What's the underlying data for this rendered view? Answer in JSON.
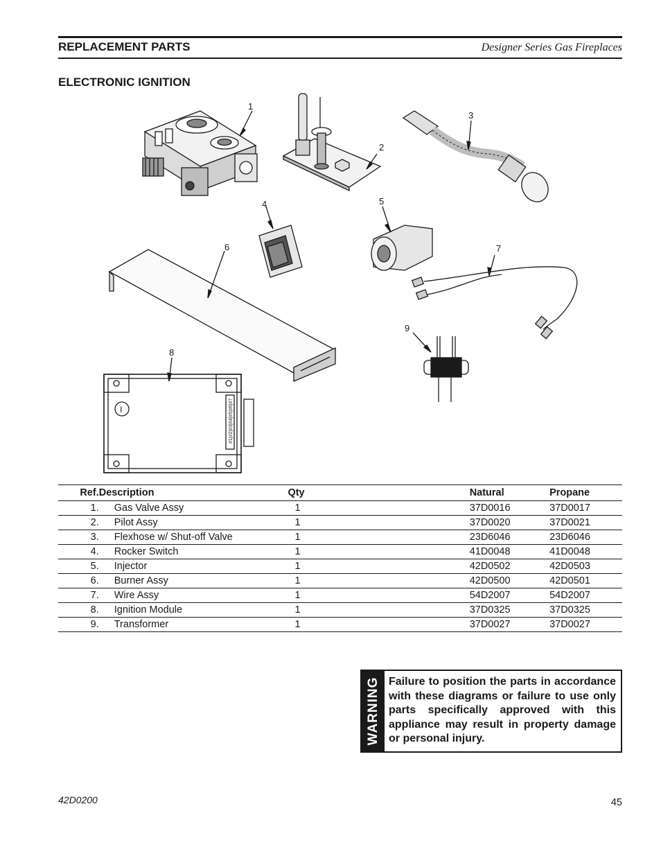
{
  "header": {
    "section_title": "REPLACEMENT PARTS",
    "series_title": "Designer Series Gas Fireplaces"
  },
  "subheader": {
    "title": "ELECTRONIC IGNITION"
  },
  "diagram": {
    "callouts": [
      "1",
      "2",
      "3",
      "4",
      "5",
      "6",
      "7",
      "8",
      "9"
    ],
    "module_symbol": "I",
    "module_terminals": "#1|#2|#3|#4|#5|#6|#7"
  },
  "table": {
    "headers": {
      "ref": "Ref.",
      "description": "Description",
      "qty": "Qty",
      "natural": "Natural",
      "propane": "Propane"
    },
    "rows": [
      {
        "ref": "1.",
        "description": "Gas Valve Assy",
        "qty": "1",
        "natural": "37D0016",
        "propane": "37D0017"
      },
      {
        "ref": "2.",
        "description": "Pilot Assy",
        "qty": "1",
        "natural": "37D0020",
        "propane": "37D0021"
      },
      {
        "ref": "3.",
        "description": "Flexhose w/ Shut-off Valve",
        "qty": "1",
        "natural": "23D6046",
        "propane": "23D6046"
      },
      {
        "ref": "4.",
        "description": "Rocker Switch",
        "qty": "1",
        "natural": "41D0048",
        "propane": "41D0048"
      },
      {
        "ref": "5.",
        "description": "Injector",
        "qty": "1",
        "natural": "42D0502",
        "propane": "42D0503"
      },
      {
        "ref": "6.",
        "description": "Burner Assy",
        "qty": "1",
        "natural": "42D0500",
        "propane": "42D0501"
      },
      {
        "ref": "7.",
        "description": "Wire Assy",
        "qty": "1",
        "natural": "54D2007",
        "propane": "54D2007"
      },
      {
        "ref": "8.",
        "description": "Ignition Module",
        "qty": "1",
        "natural": "37D0325",
        "propane": "37D0325"
      },
      {
        "ref": "9.",
        "description": "Transformer",
        "qty": "1",
        "natural": "37D0027",
        "propane": "37D0027"
      }
    ]
  },
  "warning": {
    "label": "WARNING",
    "text": "Failure to position the parts in accordance with these diagrams or failure to use only parts specifically approved with this appliance may result in property damage or personal injury."
  },
  "footer": {
    "doc_number": "42D0200",
    "page_number": "45"
  }
}
